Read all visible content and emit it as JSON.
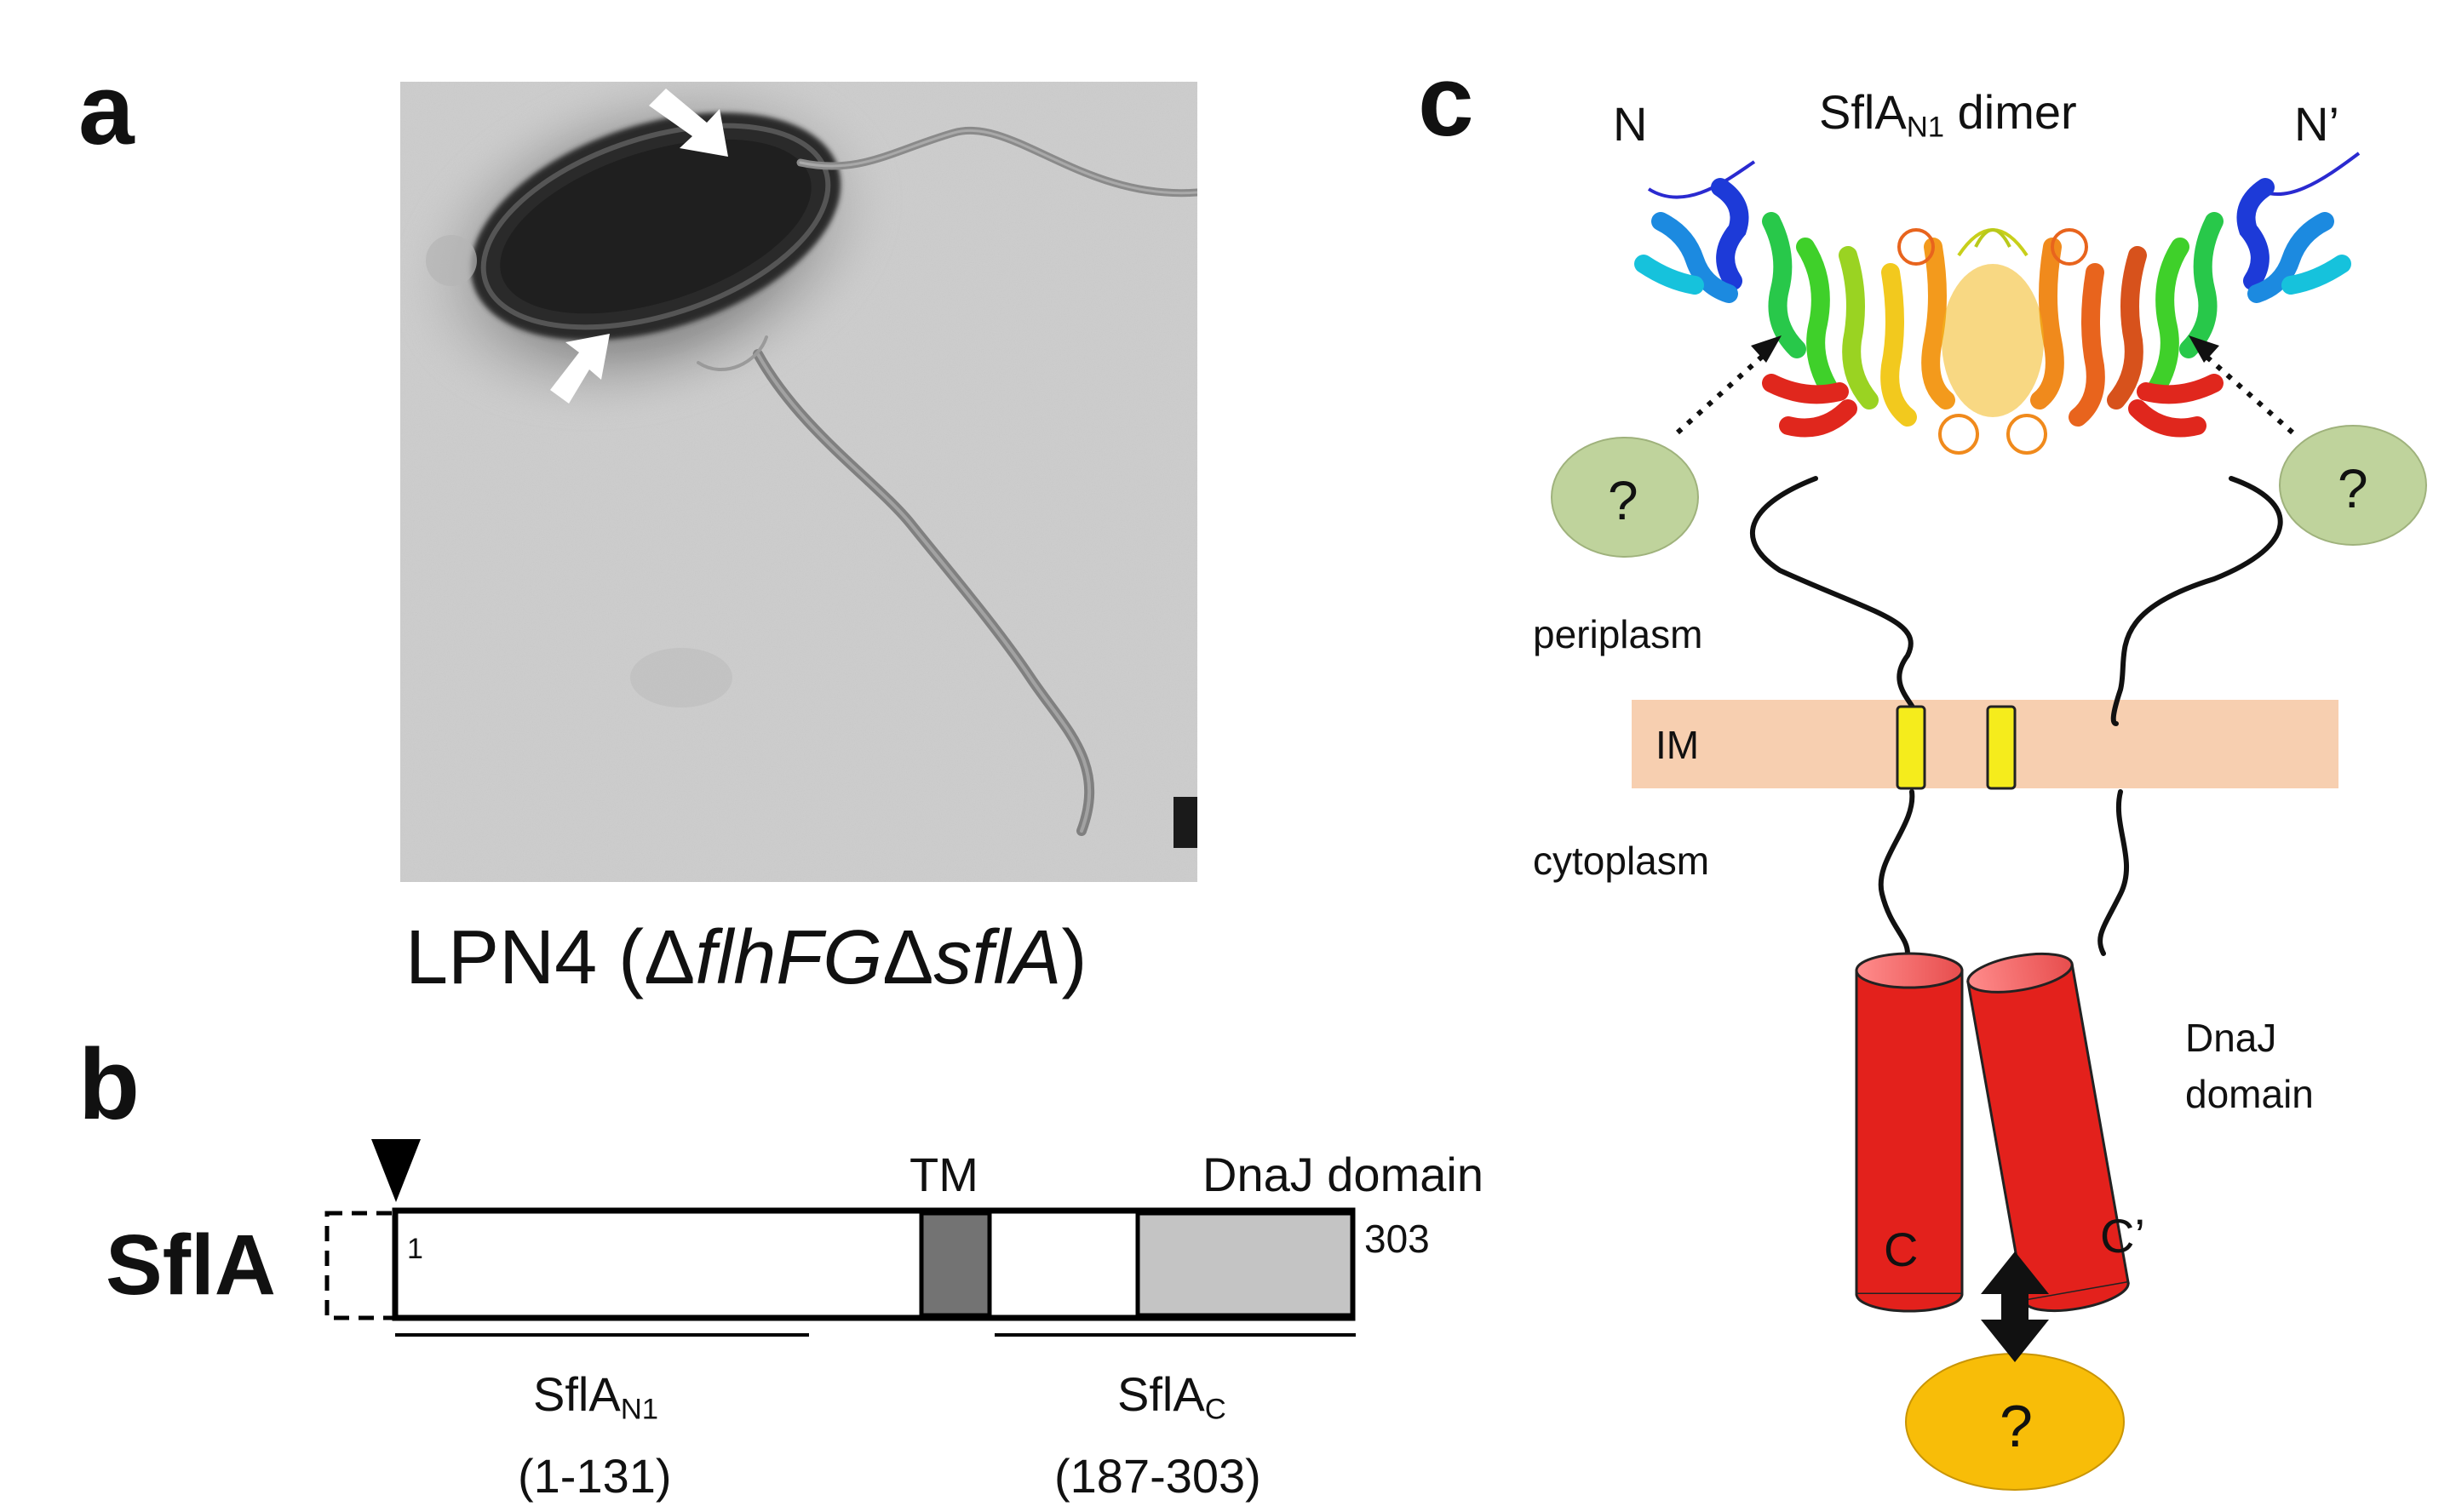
{
  "panels": {
    "a": "a",
    "b": "b",
    "c": "c"
  },
  "panel_a": {
    "caption_pre": "LPN4 (Δ",
    "caption_gene1": "flhFG",
    "caption_mid": "Δ",
    "caption_gene2": "sflA",
    "caption_post": ")"
  },
  "panel_b": {
    "protein": "SflA",
    "tm": "TM",
    "dnaj": "DnaJ domain",
    "pos_start": "1",
    "pos_end": "303",
    "n1_name": "SflA",
    "n1_sub": "N1",
    "n1_range": "(1-131)",
    "c_name": "SflA",
    "c_sub": "C",
    "c_range": "(187-303)"
  },
  "panel_c": {
    "dimer_pre": "SflA",
    "dimer_sub": "N1",
    "dimer_post": " dimer",
    "n_left": "N",
    "n_right": "N’",
    "q": "?",
    "periplasm": "periplasm",
    "im": "IM",
    "cytoplasm": "cytoplasm",
    "dnaj_line1": "DnaJ",
    "dnaj_line2": "domain",
    "c_left": "C",
    "c_right": "C’"
  },
  "colors": {
    "membrane": "#f7cfb0",
    "tm_helix": "#f5ec1c",
    "dnaj_cylinder": "#e3211c",
    "partner_green": "#bfd39c",
    "partner_orange": "#f8bd08",
    "tm_box": "#737373",
    "dnaj_box": "#c4c4c4"
  }
}
